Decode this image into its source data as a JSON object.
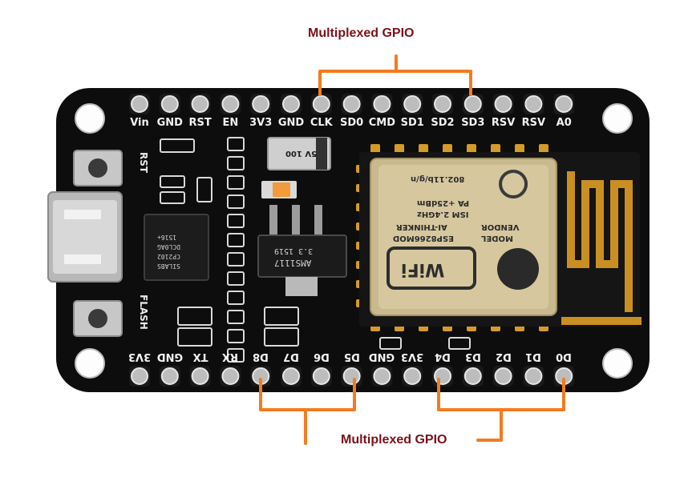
{
  "callouts": {
    "top": "Multiplexed GPIO",
    "bottom": "Multiplexed GPIO"
  },
  "top_pins": [
    "Vin",
    "GND",
    "RST",
    "EN",
    "3V3",
    "GND",
    "CLK",
    "SD0",
    "CMD",
    "SD1",
    "SD2",
    "SD3",
    "RSV",
    "RSV",
    "A0"
  ],
  "bottom_pins": [
    "3V3",
    "GND",
    "TX",
    "RX",
    "D8",
    "D7",
    "D6",
    "D5",
    "GND",
    "3V3",
    "D4",
    "D3",
    "D2",
    "D1",
    "D0"
  ],
  "buttons": {
    "rst": "RST",
    "flash": "FLASH"
  },
  "module": {
    "model_label": "MODEL",
    "model": "ESP8266MOD",
    "vendor_label": "VENDOR",
    "vendor": "AI-THINKER",
    "ism": "ISM 2.4GHz",
    "pa": "PA +25dBm",
    "standard": "802.11b/g/n",
    "wifi": "WiFi"
  },
  "chips": {
    "usb_uart": [
      "SILABS",
      "CP2102",
      "DCL0AG",
      "1516+"
    ],
    "regulator": [
      "AMS1117",
      "3.3 1519"
    ],
    "diode": "5V 100"
  },
  "colors": {
    "board": "#0d0d0d",
    "accent_lines": "#f47b20",
    "callout_text": "#7a1218",
    "shield": "#c9b98f",
    "gold": "#d49a2a",
    "antenna": "#c98f22"
  }
}
